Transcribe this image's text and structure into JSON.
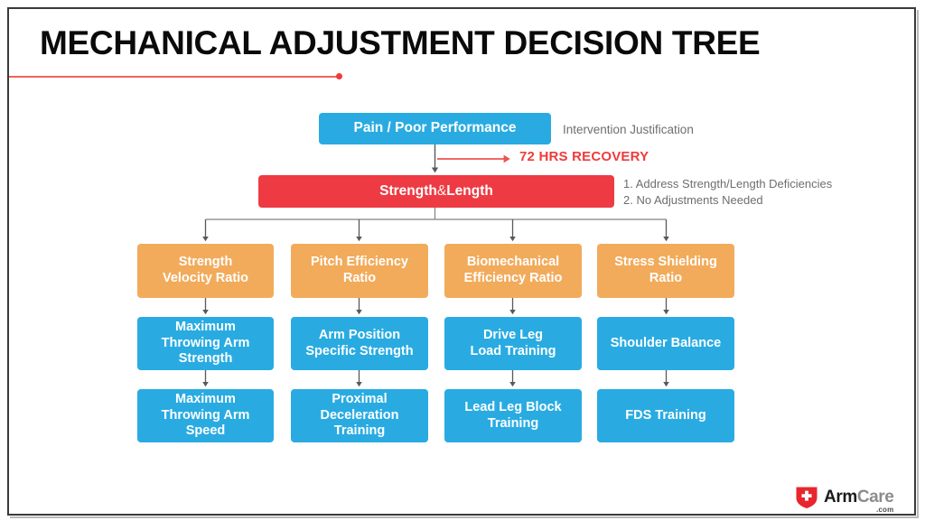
{
  "slide": {
    "title": "MECHANICAL ADJUSTMENT DECISION TREE",
    "background": "#ffffff",
    "frame_color": "#3a3a3c",
    "accent_red": "#ef3b3b"
  },
  "colors": {
    "blue": "#29abe2",
    "red": "#ee3b43",
    "orange": "#f2ab5b",
    "note_gray": "#6d6e71",
    "connector_gray": "#808285"
  },
  "flow": {
    "root": {
      "label": "Pain / Poor Performance",
      "color": "#29abe2",
      "note": "Intervention Justification"
    },
    "recovery": {
      "label": "72 HRS RECOVERY",
      "color": "#ef3b3b"
    },
    "second": {
      "label_before": "Strength ",
      "label_amp": "&",
      "label_after": " Length",
      "label": "Strength & Length",
      "color": "#ee3b43",
      "notes": "1. Address Strength/Length Deficiencies\n2. No Adjustments Needed"
    },
    "columns": [
      {
        "ratio": "Strength\nVelocity Ratio",
        "mid": "Maximum\nThrowing Arm\nStrength",
        "bottom": "Maximum\nThrowing Arm\nSpeed"
      },
      {
        "ratio": "Pitch Efficiency\nRatio",
        "mid": "Arm Position\nSpecific Strength",
        "bottom": "Proximal Deceleration\nTraining"
      },
      {
        "ratio": "Biomechanical\nEfficiency Ratio",
        "mid": "Drive Leg\nLoad Training",
        "bottom": "Lead Leg Block\nTraining"
      },
      {
        "ratio": "Stress Shielding\nRatio",
        "mid": "Shoulder Balance",
        "bottom": "FDS Training"
      }
    ]
  },
  "logo": {
    "arm": "Arm",
    "care": "Care",
    "dotcom": ".com",
    "shield_color": "#e8262d"
  }
}
